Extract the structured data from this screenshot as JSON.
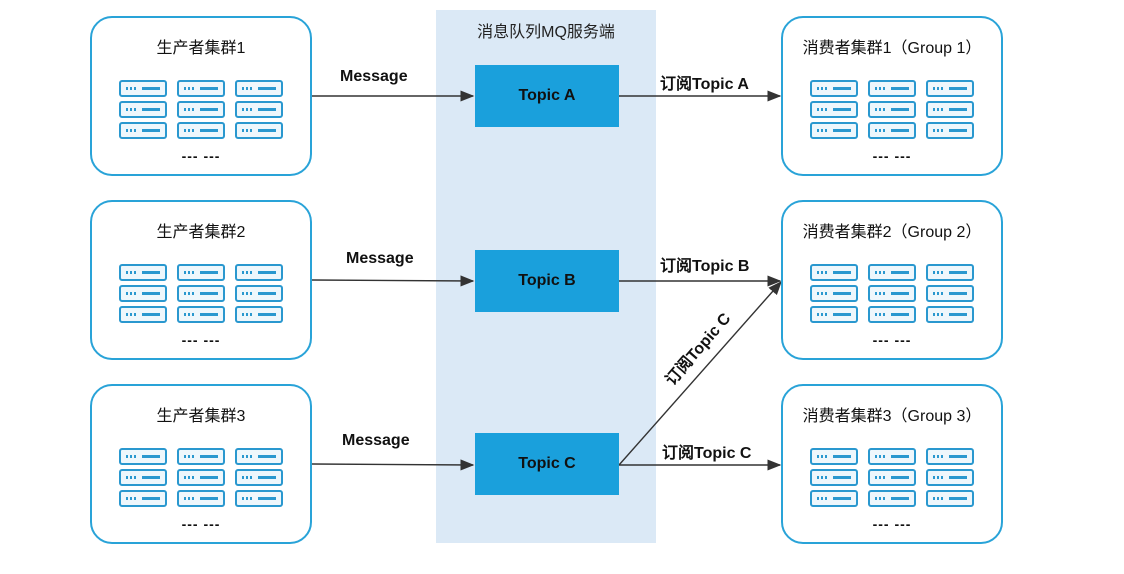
{
  "mq_server": {
    "title": "消息队列MQ服务端"
  },
  "producers": [
    {
      "title": "生产者集群1",
      "ellipsis": "--- ---"
    },
    {
      "title": "生产者集群2",
      "ellipsis": "--- ---"
    },
    {
      "title": "生产者集群3",
      "ellipsis": "--- ---"
    }
  ],
  "consumers": [
    {
      "title": "消费者集群1（Group 1）",
      "ellipsis": "--- ---"
    },
    {
      "title": "消费者集群2（Group 2）",
      "ellipsis": "--- ---"
    },
    {
      "title": "消费者集群3（Group 3）",
      "ellipsis": "--- ---"
    }
  ],
  "topics": [
    {
      "label": "Topic A"
    },
    {
      "label": "Topic B"
    },
    {
      "label": "Topic C"
    }
  ],
  "edges": {
    "message_1": "Message",
    "message_2": "Message",
    "message_3": "Message",
    "subscribe_a": "订阅Topic A",
    "subscribe_b": "订阅Topic B",
    "subscribe_c_diag": "订阅Topic C",
    "subscribe_c": "订阅Topic C"
  },
  "colors": {
    "accent": "#1aa0dc",
    "border": "#29a3d8",
    "panel": "#dbe9f6"
  }
}
